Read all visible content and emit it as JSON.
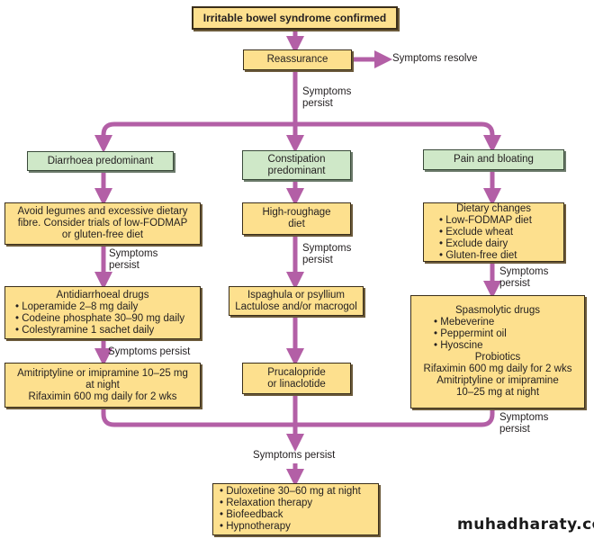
{
  "line_color": "#b35fa6",
  "box_color": "#fde08e",
  "category_color": "#cfe8c8",
  "title": "Irritable bowel syndrome confirmed",
  "reassurance": "Reassurance",
  "symptoms_resolve": "Symptoms resolve",
  "symptoms_persist": "Symptoms persist",
  "symptoms_line1": "Symptoms",
  "symptoms_line2": "persist",
  "categories": {
    "diarrhoea": "Diarrhoea predominant",
    "constipation_1": "Constipation",
    "constipation_2": "predominant",
    "pain": "Pain and bloating"
  },
  "diarrhoea": {
    "step1": [
      "Avoid legumes and excessive dietary",
      "fibre. Consider trials of low-FODMAP",
      "or gluten-free diet"
    ],
    "step2_title": "Antidiarrhoeal drugs",
    "step2_items": [
      "Loperamide 2–8 mg daily",
      "Codeine phosphate 30–90 mg daily",
      "Colestyramine 1 sachet daily"
    ],
    "step3": [
      "Amitriptyline or imipramine 10–25 mg",
      "at night",
      "Rifaximin 600 mg daily for 2 wks"
    ]
  },
  "constipation": {
    "step1": [
      "High-roughage",
      "diet"
    ],
    "step2": [
      "Ispaghula or psyllium",
      "Lactulose and/or macrogol"
    ],
    "step3": [
      "Prucalopride",
      "or linaclotide"
    ]
  },
  "pain": {
    "step1_title": "Dietary changes",
    "step1_items": [
      "Low-FODMAP diet",
      "Exclude wheat",
      "Exclude dairy",
      "Gluten-free diet"
    ],
    "step2_title": "Spasmolytic drugs",
    "step2_items": [
      "Mebeverine",
      "Peppermint oil",
      "Hyoscine"
    ],
    "step2_extra": [
      "Probiotics",
      "Rifaximin 600 mg daily for 2 wks",
      "Amitriptyline or imipramine",
      "10–25 mg at night"
    ]
  },
  "final_items": [
    "Duloxetine 30–60 mg at night",
    "Relaxation therapy",
    "Biofeedback",
    "Hypnotherapy"
  ],
  "watermark": "muhadharaty.com"
}
